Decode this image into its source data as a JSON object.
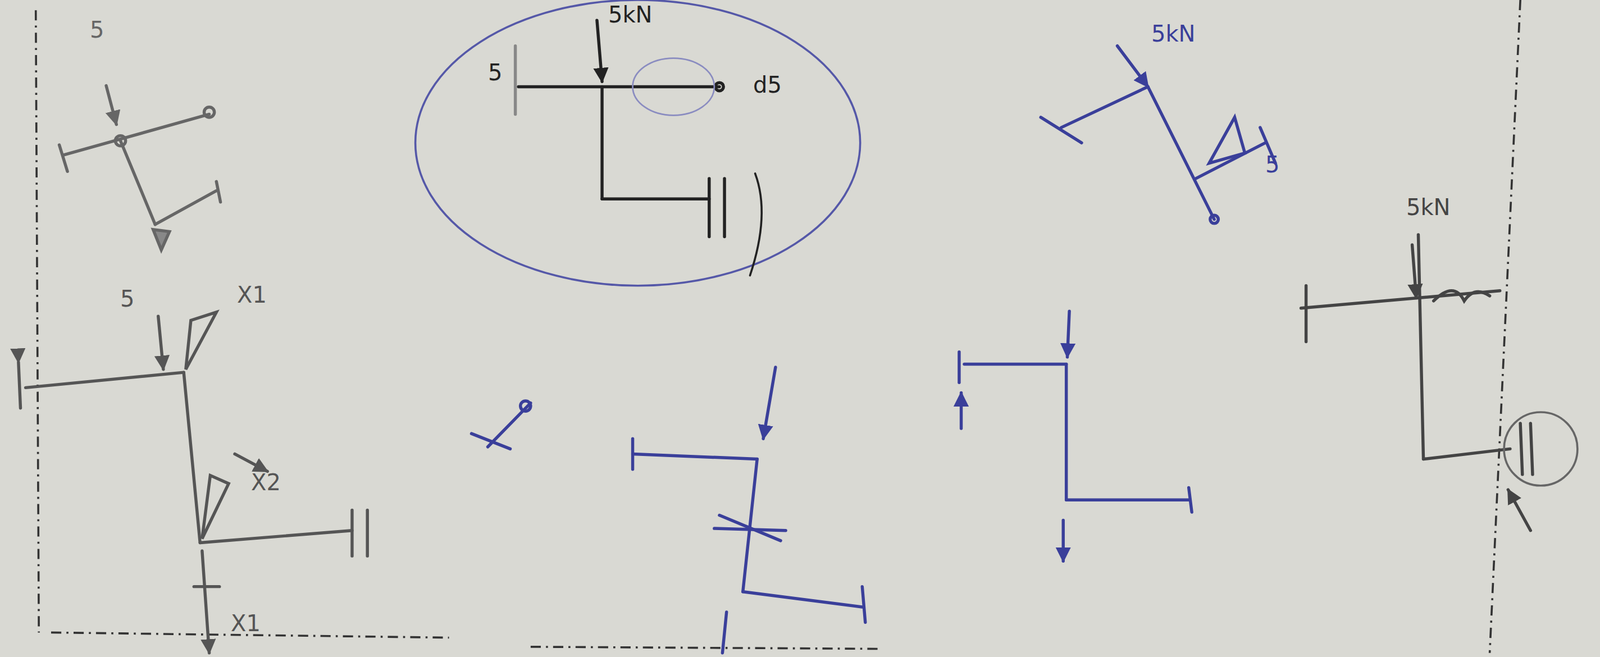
{
  "diagram": {
    "labels": [
      "5",
      "5kN",
      "5",
      "d5",
      "5kN",
      "5",
      "5",
      "X1",
      "X2",
      "X1",
      "5kN"
    ]
  }
}
